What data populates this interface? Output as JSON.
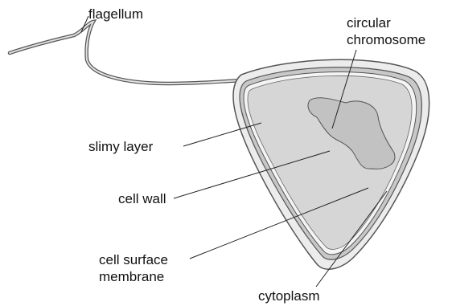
{
  "labels": {
    "flagellum": "flagellum",
    "chromosome_line1": "circular",
    "chromosome_line2": "chromosome",
    "slimy_layer": "slimy layer",
    "cell_wall": "cell wall",
    "membrane_line1": "cell surface",
    "membrane_line2": "membrane",
    "cytoplasm": "cytoplasm"
  },
  "colors": {
    "outline": "#555555",
    "slimy_layer_fill": "#ececec",
    "cell_wall_fill": "#c8c8c8",
    "membrane_fill": "#f4f4f4",
    "cytoplasm_fill": "#d6d6d6",
    "chromosome_fill": "#c2c2c2",
    "flagellum_fill": "#e2e2e2",
    "leader_line": "#222222"
  }
}
